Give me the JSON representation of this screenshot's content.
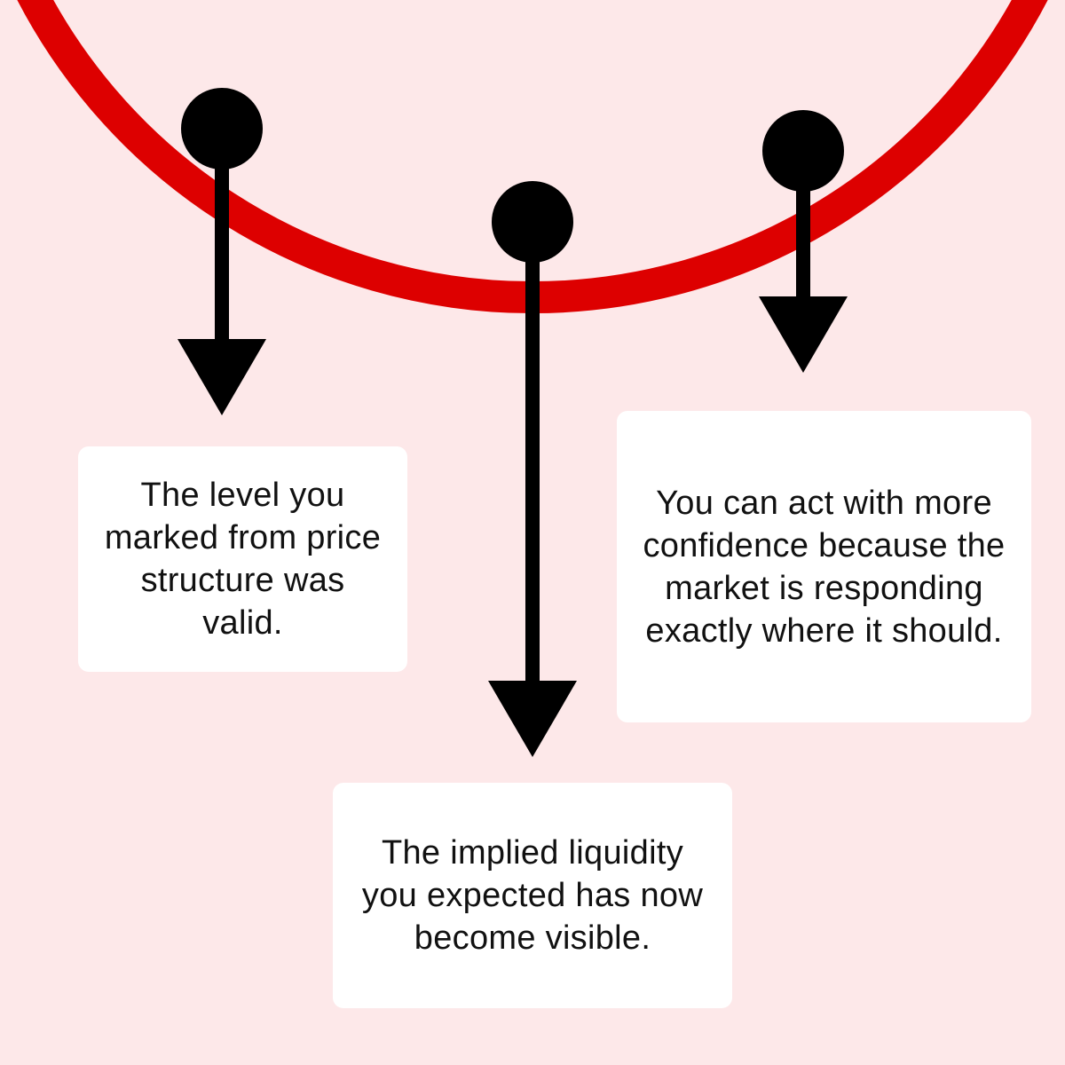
{
  "colors": {
    "background": "#fde8e9",
    "curve": "#dd0000",
    "marker": "#000000",
    "box": "#ffffff"
  },
  "boxes": {
    "left": "The level you marked from price structure was valid.",
    "middle": "The implied liquidity you expected has now become visible.",
    "right": "You can act with more confidence because the market is responding exactly where it should."
  }
}
